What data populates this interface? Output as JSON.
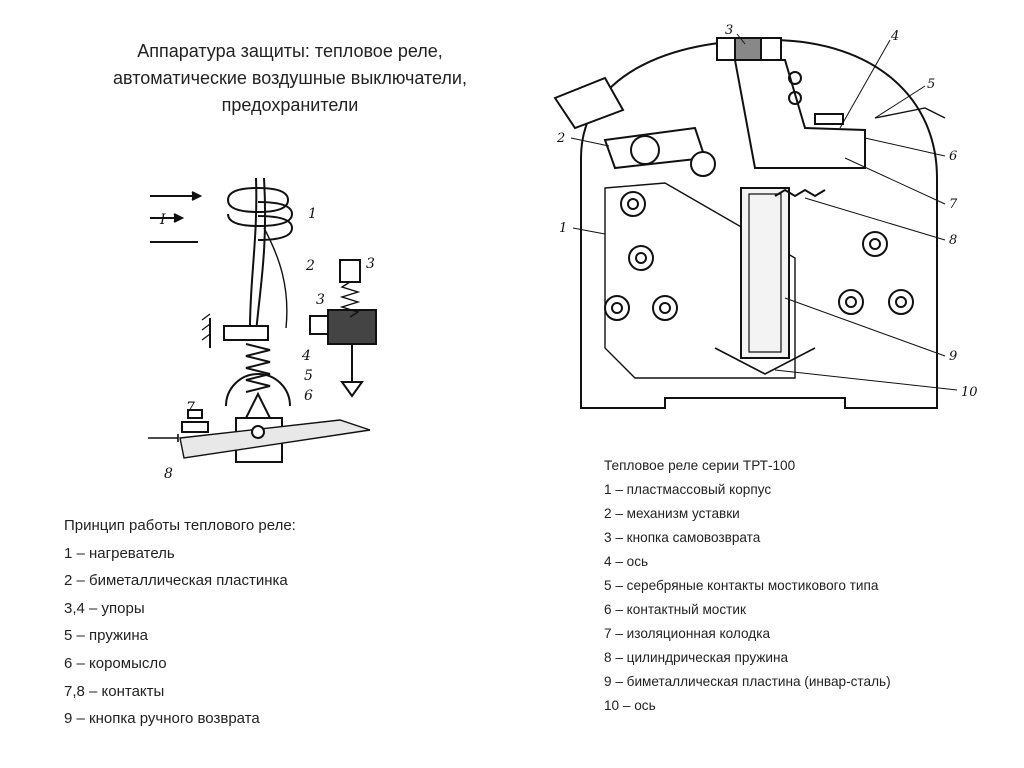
{
  "title": {
    "line1": "Аппаратура защиты: тепловое реле,",
    "line2": "автоматические воздушные выключатели,",
    "line3": "предохранители"
  },
  "left_figure": {
    "callouts": [
      "I",
      "1",
      "2",
      "3",
      "3",
      "4",
      "5",
      "6",
      "7",
      "8"
    ]
  },
  "right_figure": {
    "callouts": [
      "3",
      "4",
      "5",
      "2",
      "6",
      "7",
      "1",
      "8",
      "9",
      "10"
    ]
  },
  "left_list": {
    "heading": "Принцип работы теплового реле:",
    "items": [
      "1 – нагреватель",
      "2 – биметаллическая пластинка",
      "3,4 – упоры",
      "5 – пружина",
      "6 – коромысло",
      "7,8 – контакты",
      "9 – кнопка ручного возврата"
    ]
  },
  "right_list": {
    "heading": "Тепловое реле серии ТРТ-100",
    "items": [
      "1 – пластмассовый корпус",
      "2 – механизм уставки",
      "3 – кнопка самовозврата",
      "4 – ось",
      "5 – серебряные контакты мостикового типа",
      "6 – контактный мостик",
      "7 – изоляционная колодка",
      "8 – цилиндрическая пружина",
      "9 – биметаллическая пластина (инвар-сталь)",
      "10 – ось"
    ]
  }
}
